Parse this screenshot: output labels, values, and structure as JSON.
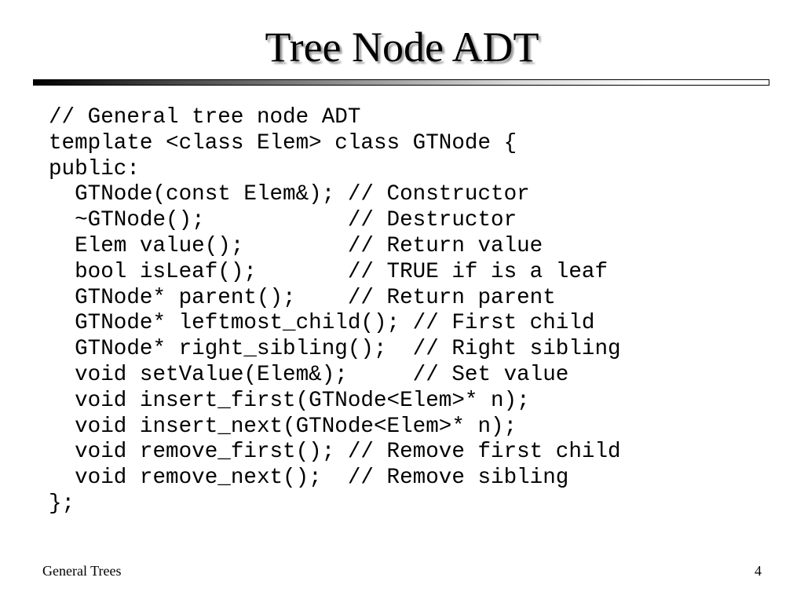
{
  "slide": {
    "title": "Tree Node ADT",
    "code_lines": [
      "// General tree node ADT",
      "template <class Elem> class GTNode {",
      "public:",
      "  GTNode(const Elem&); // Constructor",
      "  ~GTNode();           // Destructor",
      "  Elem value();        // Return value",
      "  bool isLeaf();       // TRUE if is a leaf",
      "  GTNode* parent();    // Return parent",
      "  GTNode* leftmost_child(); // First child",
      "  GTNode* right_sibling();  // Right sibling",
      "  void setValue(Elem&);     // Set value",
      "  void insert_first(GTNode<Elem>* n);",
      "  void insert_next(GTNode<Elem>* n);",
      "  void remove_first(); // Remove first child",
      "  void remove_next();  // Remove sibling",
      "};"
    ]
  },
  "footer": {
    "left": "General Trees",
    "page_number": "4"
  }
}
